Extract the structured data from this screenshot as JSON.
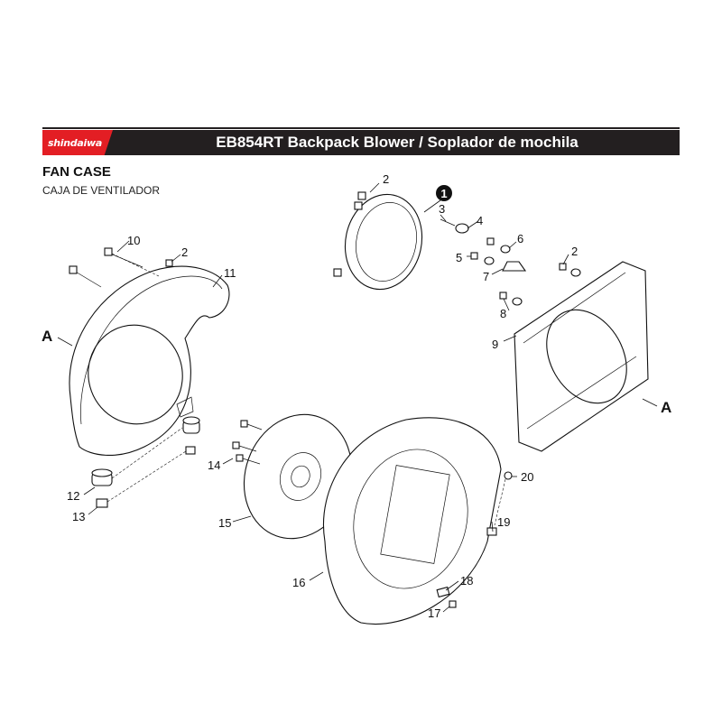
{
  "header": {
    "brand": "shindaiwa",
    "title": "EB854RT Backpack Blower / Soplador de mochila"
  },
  "section": {
    "title": "FAN CASE",
    "subtitle": "CAJA DE VENTILADOR"
  },
  "callouts": {
    "c1": "1",
    "c2a": "2",
    "c2b": "2",
    "c2c": "2",
    "c3": "3",
    "c4": "4",
    "c5": "5",
    "c6": "6",
    "c7": "7",
    "c8": "8",
    "c9": "9",
    "c10": "10",
    "c11": "11",
    "c12": "12",
    "c13": "13",
    "c14": "14",
    "c15": "15",
    "c16": "16",
    "c17": "17",
    "c18": "18",
    "c19": "19",
    "c20": "20",
    "ref_a_left": "A",
    "ref_a_right": "A"
  },
  "colors": {
    "brand_red": "#e31e24",
    "bar": "#231f20"
  }
}
